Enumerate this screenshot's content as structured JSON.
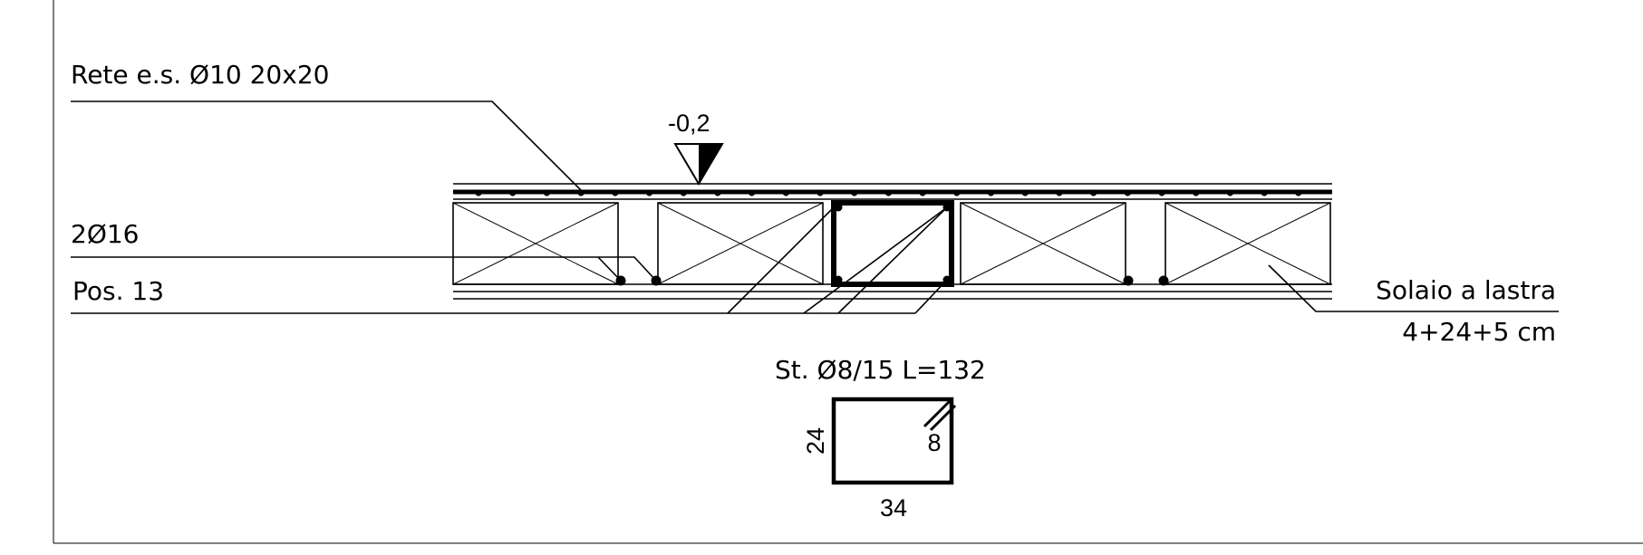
{
  "labels": {
    "mesh": "Rete e.s. Ø10 20x20",
    "level": "-0,2",
    "bars": "2Ø16",
    "position": "Pos. 13",
    "slab_type": "Solaio a lastra",
    "slab_thickness": "4+24+5 cm",
    "stirrup": "St. Ø8/15 L=132",
    "stirrup_height": "24",
    "stirrup_hook": "8",
    "stirrup_width": "34"
  }
}
